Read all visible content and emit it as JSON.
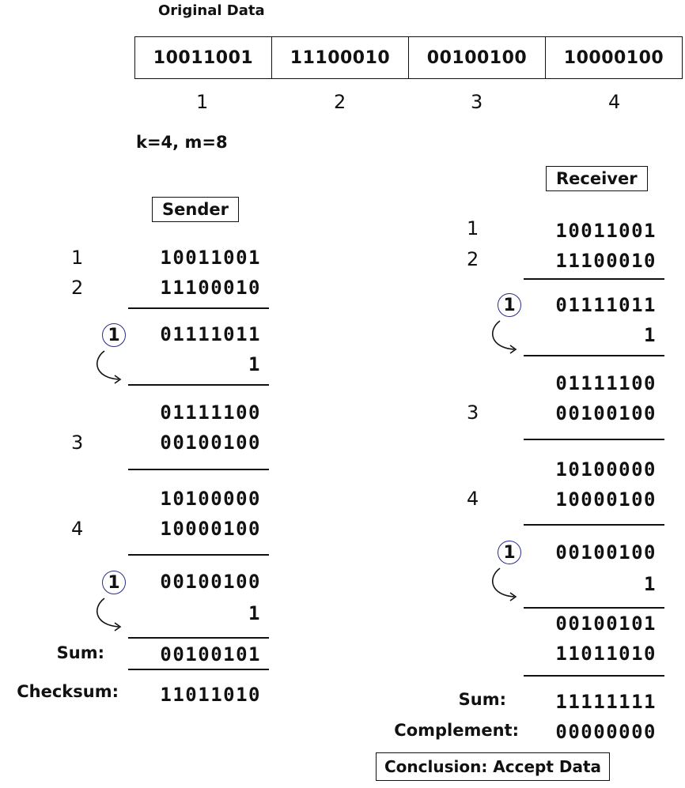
{
  "original": {
    "title": "Original Data",
    "blocks": [
      "10011001",
      "11100010",
      "00100100",
      "10000100"
    ],
    "indices": [
      "1",
      "2",
      "3",
      "4"
    ]
  },
  "params": "k=4, m=8",
  "sender": {
    "label": "Sender",
    "idx1": "1",
    "d1": "10011001",
    "idx2": "2",
    "d2": "11100010",
    "carry1": "1",
    "s1": "01111011",
    "one1": "1",
    "s2": "01111100",
    "idx3": "3",
    "d3": "00100100",
    "s3": "10100000",
    "idx4": "4",
    "d4": "10000100",
    "carry2": "1",
    "s4": "00100100",
    "one2": "1",
    "sum_label": "Sum:",
    "sum": "00100101",
    "checksum_label": "Checksum:",
    "checksum": "11011010"
  },
  "receiver": {
    "label": "Receiver",
    "idx1": "1",
    "d1": "10011001",
    "idx2": "2",
    "d2": "11100010",
    "carry1": "1",
    "s1": "01111011",
    "one1": "1",
    "s2": "01111100",
    "idx3": "3",
    "d3": "00100100",
    "s3": "10100000",
    "idx4": "4",
    "d4": "10000100",
    "carry2": "1",
    "s4": "00100100",
    "one2": "1",
    "s5": "00100101",
    "checksum": "11011010",
    "sum_label": "Sum:",
    "sum": "11111111",
    "complement_label": "Complement:",
    "complement": "00000000",
    "conclusion": "Conclusion: Accept Data"
  }
}
